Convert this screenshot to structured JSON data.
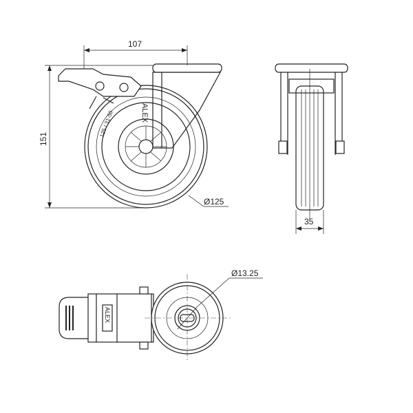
{
  "dimensions": {
    "width": "107",
    "height": "151",
    "wheel_diameter": "Ø125",
    "wheel_width": "35",
    "bolt_hole_diameter": "Ø13.25"
  },
  "markings": {
    "tire_text": "125 / 31-50",
    "brand": "ALEX"
  }
}
